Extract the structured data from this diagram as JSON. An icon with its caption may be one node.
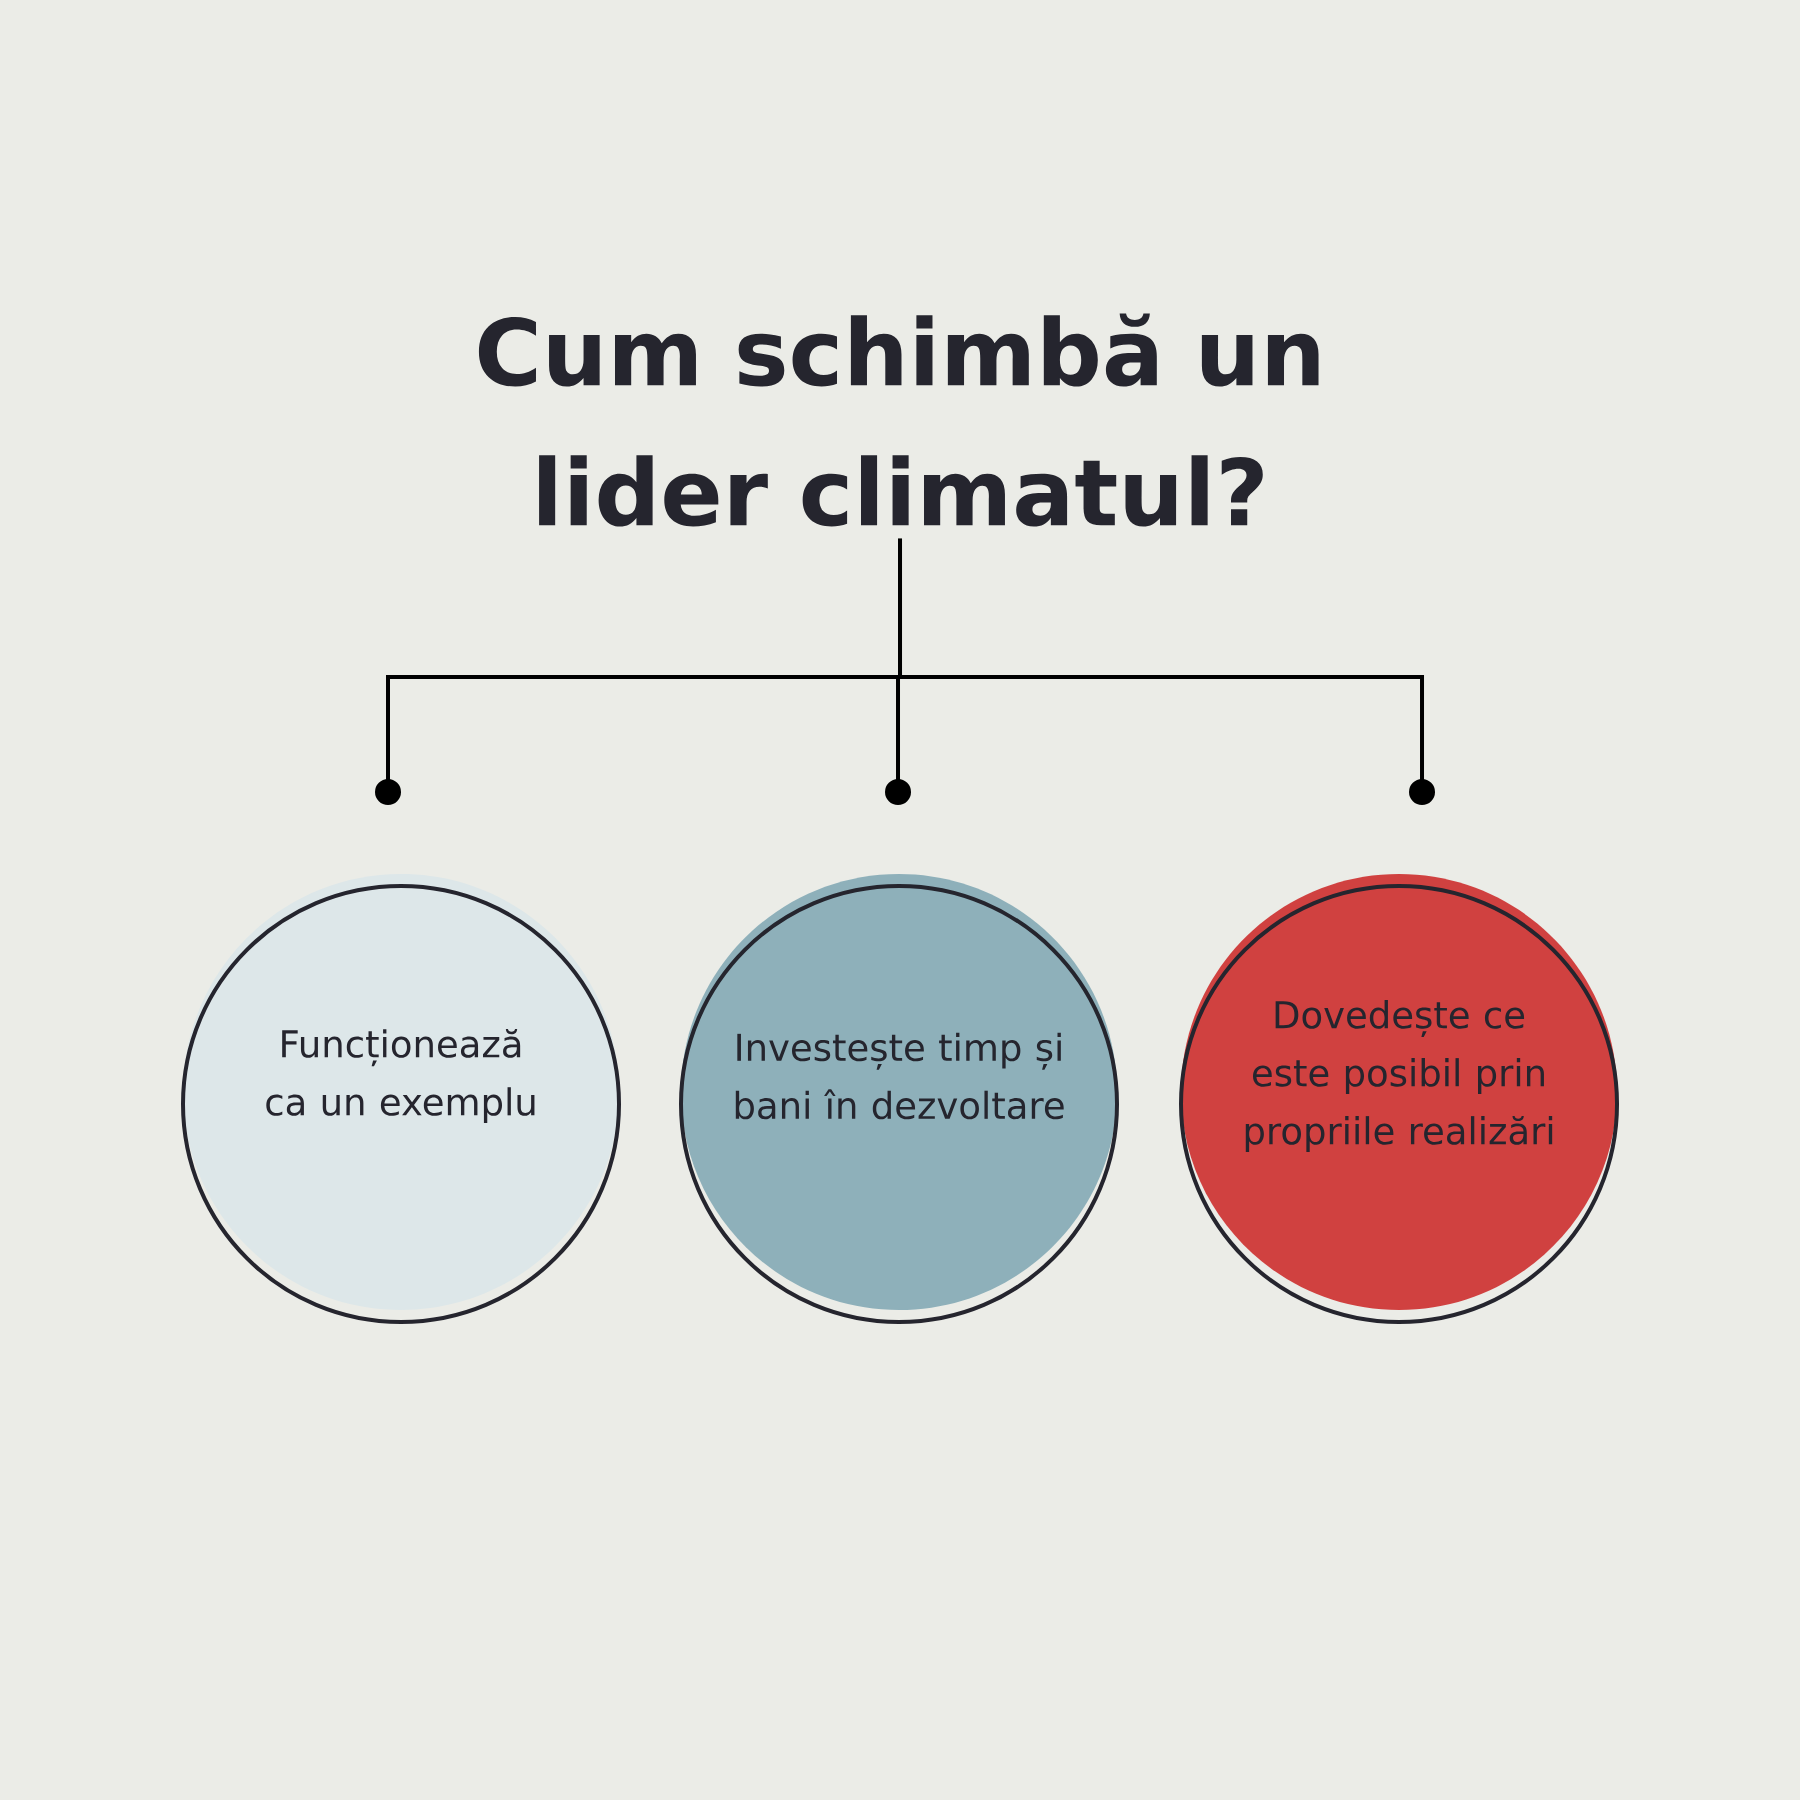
{
  "diagram": {
    "nodes": [
      {
        "text": [
          "Cum schimbă un lider climatul?"
        ]
      },
      {
        "text": [
          "Funcționează ca un exemplu"
        ]
      },
      {
        "text": [
          "Investește timp și bani în dezvoltare"
        ]
      },
      {
        "text": [
          "Dovedește ce este posibil prin propriile realizări"
        ]
      }
    ],
    "edges": [
      {
        "from": 0,
        "to": 1,
        "arrow": "other"
      },
      {
        "from": 0,
        "to": 2,
        "arrow": "other"
      },
      {
        "from": 0,
        "to": 3,
        "arrow": "other"
      }
    ]
  }
}
